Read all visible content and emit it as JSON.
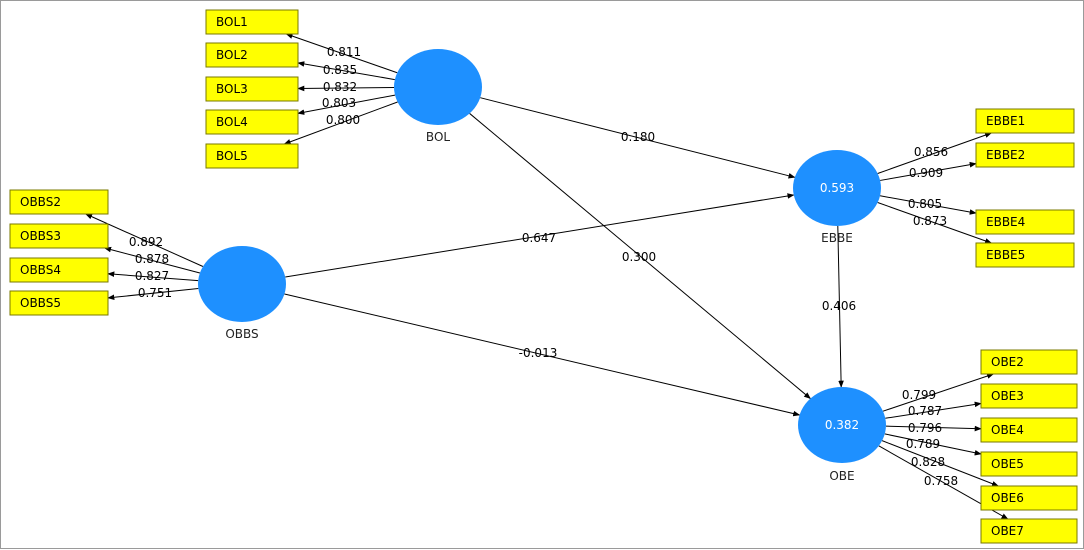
{
  "colors": {
    "construct": "#1e90ff",
    "indicator_fill": "#ffff00",
    "indicator_border": "#7a7a00",
    "line": "#000000"
  },
  "constructs": [
    {
      "id": "BOL",
      "label": "BOL",
      "r2": ""
    },
    {
      "id": "OBBS",
      "label": "OBBS",
      "r2": ""
    },
    {
      "id": "EBBE",
      "label": "EBBE",
      "r2": "0.593"
    },
    {
      "id": "OBE",
      "label": "OBE",
      "r2": "0.382"
    }
  ],
  "paths": [
    {
      "from": "BOL",
      "to": "EBBE",
      "coef": "0.180"
    },
    {
      "from": "BOL",
      "to": "OBE",
      "coef": "0.300"
    },
    {
      "from": "OBBS",
      "to": "EBBE",
      "coef": "0.647"
    },
    {
      "from": "OBBS",
      "to": "OBE",
      "coef": "-0.013"
    },
    {
      "from": "EBBE",
      "to": "OBE",
      "coef": "0.406"
    }
  ],
  "indicators": [
    {
      "construct": "BOL",
      "label": "BOL1",
      "loading": "0.811"
    },
    {
      "construct": "BOL",
      "label": "BOL2",
      "loading": "0.835"
    },
    {
      "construct": "BOL",
      "label": "BOL3",
      "loading": "0.832"
    },
    {
      "construct": "BOL",
      "label": "BOL4",
      "loading": "0.803"
    },
    {
      "construct": "BOL",
      "label": "BOL5",
      "loading": "0.800"
    },
    {
      "construct": "OBBS",
      "label": "OBBS2",
      "loading": "0.892"
    },
    {
      "construct": "OBBS",
      "label": "OBBS3",
      "loading": "0.878"
    },
    {
      "construct": "OBBS",
      "label": "OBBS4",
      "loading": "0.827"
    },
    {
      "construct": "OBBS",
      "label": "OBBS5",
      "loading": "0.751"
    },
    {
      "construct": "EBBE",
      "label": "EBBE1",
      "loading": "0.856"
    },
    {
      "construct": "EBBE",
      "label": "EBBE2",
      "loading": "0.909"
    },
    {
      "construct": "EBBE",
      "label": "EBBE4",
      "loading": "0.805"
    },
    {
      "construct": "EBBE",
      "label": "EBBE5",
      "loading": "0.873"
    },
    {
      "construct": "OBE",
      "label": "OBE2",
      "loading": "0.799"
    },
    {
      "construct": "OBE",
      "label": "OBE3",
      "loading": "0.787"
    },
    {
      "construct": "OBE",
      "label": "OBE4",
      "loading": "0.796"
    },
    {
      "construct": "OBE",
      "label": "OBE5",
      "loading": "0.789"
    },
    {
      "construct": "OBE",
      "label": "OBE6",
      "loading": "0.828"
    },
    {
      "construct": "OBE",
      "label": "OBE7",
      "loading": "0.758"
    }
  ]
}
